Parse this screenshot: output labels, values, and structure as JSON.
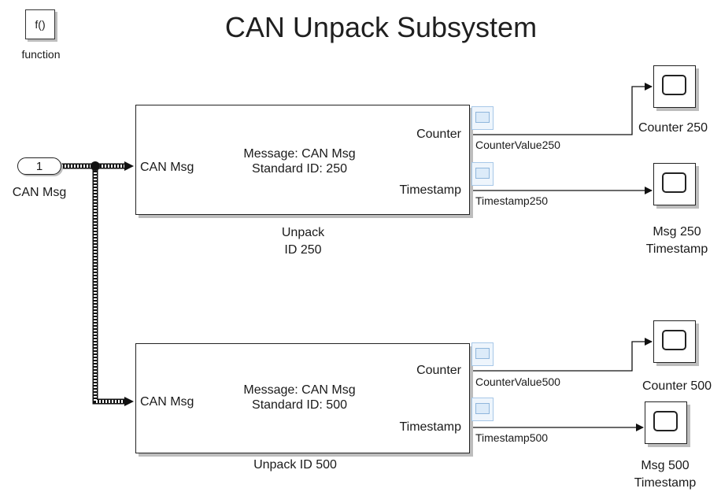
{
  "title": "CAN Unpack Subsystem",
  "function_block": {
    "symbol": "f()",
    "label": "function"
  },
  "inport": {
    "number": "1",
    "label": "CAN Msg"
  },
  "subsystems": [
    {
      "input_port": "CAN Msg",
      "message": "Message: CAN Msg",
      "standard_id": "Standard ID: 250",
      "output_ports": [
        "Counter",
        "Timestamp"
      ],
      "label": "Unpack\nID 250"
    },
    {
      "input_port": "CAN Msg",
      "message": "Message: CAN Msg",
      "standard_id": "Standard ID: 500",
      "output_ports": [
        "Counter",
        "Timestamp"
      ],
      "label": "Unpack ID 500"
    }
  ],
  "signals": [
    "CounterValue250",
    "Timestamp250",
    "CounterValue500",
    "Timestamp500"
  ],
  "scopes": [
    {
      "label": "Counter 250"
    },
    {
      "label": "Msg 250\nTimestamp"
    },
    {
      "label": "Counter 500"
    },
    {
      "label": "Msg 500\nTimestamp"
    }
  ]
}
